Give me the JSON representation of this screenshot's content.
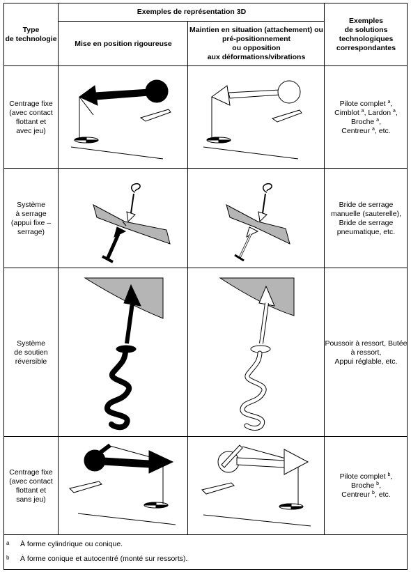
{
  "header": {
    "col1": [
      "Type",
      "de technologie"
    ],
    "group": "Exemples de représentation 3D",
    "col2": "Mise en position rigoureuse",
    "col3": [
      "Maintien en situation (attachement) ou",
      "pré-positionnement",
      "ou opposition",
      "aux déformations/vibrations"
    ],
    "col4": [
      "Exemples",
      "de solutions",
      "technologiques",
      "correspondantes"
    ]
  },
  "rows": [
    {
      "type": [
        "Centrage fixe",
        "(avec contact",
        "flottant et",
        "avec jeu)"
      ],
      "solutions": [
        {
          "text": "Pilote complet ",
          "sup": "a",
          "after": ","
        },
        {
          "text": "Cimblot ",
          "sup": "a",
          "after": ", Lardon ",
          "sup2": "a",
          "after2": ","
        },
        {
          "text": "Broche ",
          "sup": "a",
          "after": ","
        },
        {
          "text": "Centreur ",
          "sup": "a",
          "after": ", etc."
        }
      ]
    },
    {
      "type": [
        "Système",
        "à serrage",
        "(appui fixe –",
        "serrage)"
      ],
      "solutions": [
        {
          "text": "Bride de serrage"
        },
        {
          "text": "manuelle (sauterelle),"
        },
        {
          "text": "Bride de serrage"
        },
        {
          "text": "pneumatique, etc."
        }
      ]
    },
    {
      "type": [
        "Système",
        "de soutien",
        "réversible"
      ],
      "solutions": [
        {
          "text": "Poussoir à ressort, Butée"
        },
        {
          "text": "à ressort,"
        },
        {
          "text": "Appui réglable, etc."
        }
      ]
    },
    {
      "type": [
        "Centrage fixe",
        "(avec contact",
        "flottant et",
        "sans jeu)"
      ],
      "solutions": [
        {
          "text": "Pilote complet ",
          "sup": "b",
          "after": ","
        },
        {
          "text": "Broche ",
          "sup": "b",
          "after": ","
        },
        {
          "text": "Centreur ",
          "sup": "b",
          "after": ", etc."
        }
      ]
    }
  ],
  "footnotes": [
    {
      "mark": "a",
      "text": "À forme cylindrique ou conique."
    },
    {
      "mark": "b",
      "text": "À forme conique et autocentré (monté sur ressorts)."
    }
  ]
}
